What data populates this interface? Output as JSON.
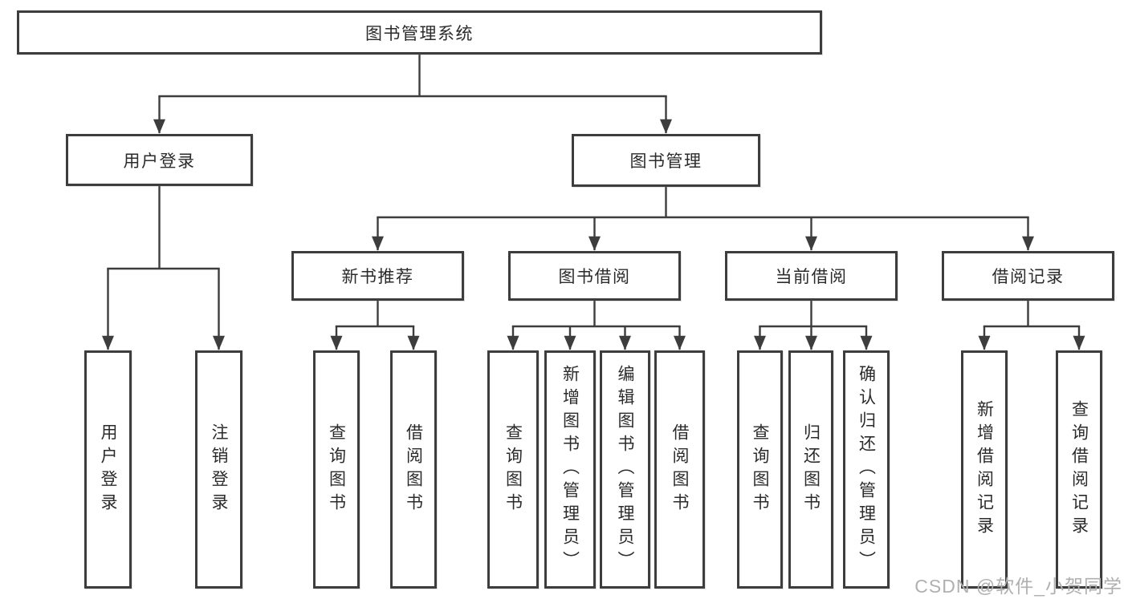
{
  "watermark": "CSDN @软件_小贺同学",
  "colors": {
    "line": "#3d3d3d",
    "text": "#2b2b2b",
    "watermark": "#b0b0b0",
    "background": "#ffffff"
  },
  "tree": {
    "root": {
      "label": "图书管理系统"
    },
    "branches": [
      {
        "label": "用户登录",
        "children": [
          {
            "label": "用户登录"
          },
          {
            "label": "注销登录"
          }
        ]
      },
      {
        "label": "图书管理",
        "children": [
          {
            "label": "新书推荐",
            "children": [
              {
                "label": "查询图书"
              },
              {
                "label": "借阅图书"
              }
            ]
          },
          {
            "label": "图书借阅",
            "children": [
              {
                "label": "查询图书"
              },
              {
                "label": "新增图书（管理员）"
              },
              {
                "label": "编辑图书（管理员）"
              },
              {
                "label": "借阅图书"
              }
            ]
          },
          {
            "label": "当前借阅",
            "children": [
              {
                "label": "查询图书"
              },
              {
                "label": "归还图书"
              },
              {
                "label": "确认归还（管理员）"
              }
            ]
          },
          {
            "label": "借阅记录",
            "children": [
              {
                "label": "新增借阅记录"
              },
              {
                "label": "查询借阅记录"
              }
            ]
          }
        ]
      }
    ]
  }
}
